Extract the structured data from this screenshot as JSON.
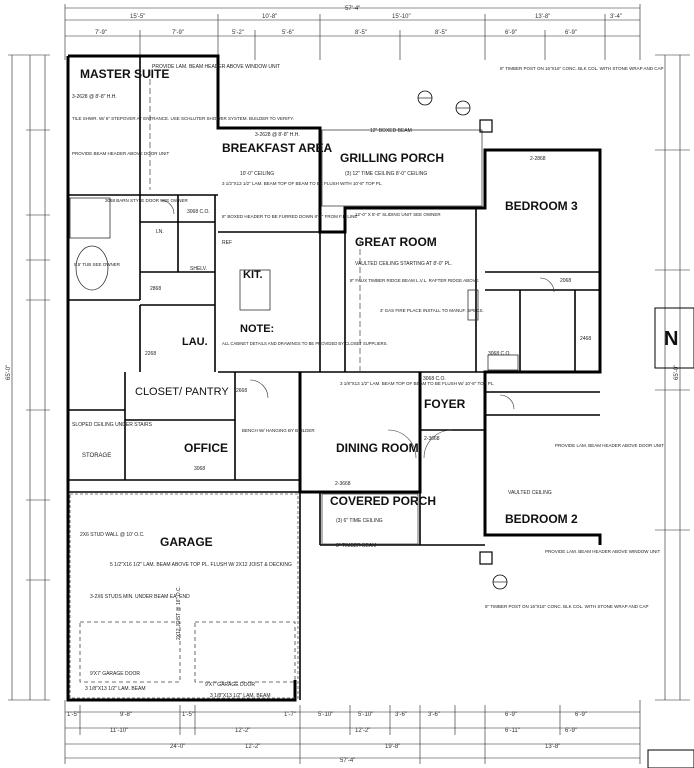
{
  "dimensions": {
    "overall_top": "57'-4\"",
    "overall_bottom": "57'-4\"",
    "top_row": [
      "15'-5\"",
      "10'-8\"",
      "15'-10\"",
      "13'-8\"",
      "3'-4\""
    ],
    "top_row_2": [
      "7'-9\"",
      "7'-9\"",
      "5'-2\"",
      "5'-6\"",
      "8'-5\"",
      "8'-5\"",
      "6'-9\"",
      "6'-9\""
    ],
    "bottom_row": [
      "24'-0\"",
      "12'-2\"",
      "19'-8\"",
      "13'-8\""
    ],
    "bottom_row_2": [
      "11'-10\"",
      "12'-2\"",
      "12'-2\"",
      "6'-11\"",
      "6'-9\""
    ],
    "bottom_row_3": [
      "1'-5\"",
      "9'-8\"",
      "1'-5\"",
      "1'-7\"",
      "5'-10\"",
      "5'-10\"",
      "3'-6\"",
      "3'-6\"",
      "6'-9\"",
      "6'-9\""
    ],
    "left_total": "65'-0\"",
    "right_total": "65'-0\""
  },
  "rooms": {
    "master_suite": "MASTER SUITE",
    "breakfast": "BREAKFAST AREA",
    "grilling_porch": "GRILLING PORCH",
    "bedroom3": "BEDROOM 3",
    "great_room": "GREAT ROOM",
    "kit": "KIT.",
    "lau": "LAU.",
    "note": "NOTE:",
    "closet_pantry": "CLOSET/ PANTRY",
    "office": "OFFICE",
    "foyer": "FOYER",
    "dining_room": "DINING ROOM",
    "covered_porch": "COVERED PORCH",
    "bedroom2": "BEDROOM 2",
    "garage": "GARAGE",
    "storage": "STORAGE"
  },
  "notes": {
    "master_ceiling": "3-2628 @ 8'-8\" H.H.",
    "master_beam": "PROVIDE LAM. BEAM HEADER ABOVE WINDOW UNIT",
    "master_tile": "TILE SHWR. W/ 6\" STEPOVER AT ENTRANCE. USE SCHLUTER SHOWER SYSTEM. BUILDER TO VERIFY.",
    "master_beam2": "PROVIDE BEAM HEADER ABOVE DOOR UNIT",
    "breakfast_ceiling": "3-2628 @ 8'-8\" H.H.",
    "breakfast_ceiling2": "10'-0\" CEILING",
    "breakfast_beam": "3 1/2\"X13 1/2\" LAM. BEAM TOP OF BEAM TO BE FLUSH WITH 10'-8\" TOP PL.",
    "grilling_beam": "12\" BOXED BEAM",
    "grilling_ceiling": "(3) 12\" TIME CEILING 8'-0\" CEILING",
    "bedroom3_door": "2-2868",
    "great_room_ceiling": "VAULTED CEILING STARTING AT 8'-0\" PL.",
    "great_room_slider": "12'-0\" X 8'-0\" SLIDING UNIT SEE OWNER",
    "great_room_beam": "8\" FAUX TIMBER RIDGE BEAM L.V.L. RAFTER RIDGE ABOVE",
    "fireplace": "3' GAS FIRE PLACE INSTALL TO MANUF. SPECS.",
    "boxed_header": "8\" BOXED HEADER TO BE FURRED DOWN 8'-8\" FROM F.F. LINE",
    "cabinet_note": "ALL CABINET DETAILS AND DRAWINGS TO BE PROVIDED BY CLOSET SUPPLIERS.",
    "bench": "BENCH W/ HANGING BY BUILDER",
    "sloped": "SLOPED CEILING UNDER STAIRS",
    "garage_beam": "5 1/2\"X16 1/2\" LAM. BEAM ABOVE TOP PL. FLUSH W/ 2X12 JOIST & DECKING",
    "garage_stud": "2X6 STUD WALL @ 10' O.C.",
    "garage_studs_min": "3-2X6 STUDS MIN. UNDER BEAM EA. END",
    "garage_door_left": "9'X7' GARAGE DOOR",
    "garage_door_right": "9'X7' GARAGE DOOR",
    "garage_beam_left": "3 1/8\"X13 1/2\" LAM. BEAM",
    "garage_beam_right": "3 1/8\"X13 1/2\" LAM. BEAM",
    "joist": "2X12 JOIST @ 16\" O.C.",
    "timber_post_top": "8\" TIMBER POST ON 16\"X16\" CONC. BLK COL. WITH STONE WRAP AND CAP",
    "timber_post_bottom": "8\" TIMBER POST ON 16\"X16\" CONC. BLK COL. WITH STONE WRAP AND CAP",
    "bedroom2_beam": "PROVIDE LAM. BEAM HEADER ABOVE DOOR UNIT",
    "bedroom2_window": "PROVIDE LAM. BEAM HEADER ABOVE WINDOW UNIT",
    "vaulted": "VAULTED CEILING",
    "timber_beam": "8\" TIMBER BEAM",
    "covered_ceiling": "(3) 6\" TIME CEILING",
    "closet_door": "3068 C.O.",
    "linen": "LN.",
    "ref": "REF",
    "shelv": "SHELV.",
    "tub": "5.5' TUB SEE OWNER",
    "shower_door": "3068 BARN STYLE DOOR SEE OWNER",
    "dining_beam": "3 1/8\"X13 1/2\" LAM. BEAM TOP OF BEAM TO BE FLUSH W/ 10'-8\" TOP PL.",
    "foyer_door": "2-3668",
    "foyer_co": "3068 C.O.",
    "doors": [
      "3068",
      "2668",
      "2268",
      "2868",
      "2468",
      "2068",
      "2-3668",
      "3068 C.O."
    ]
  }
}
